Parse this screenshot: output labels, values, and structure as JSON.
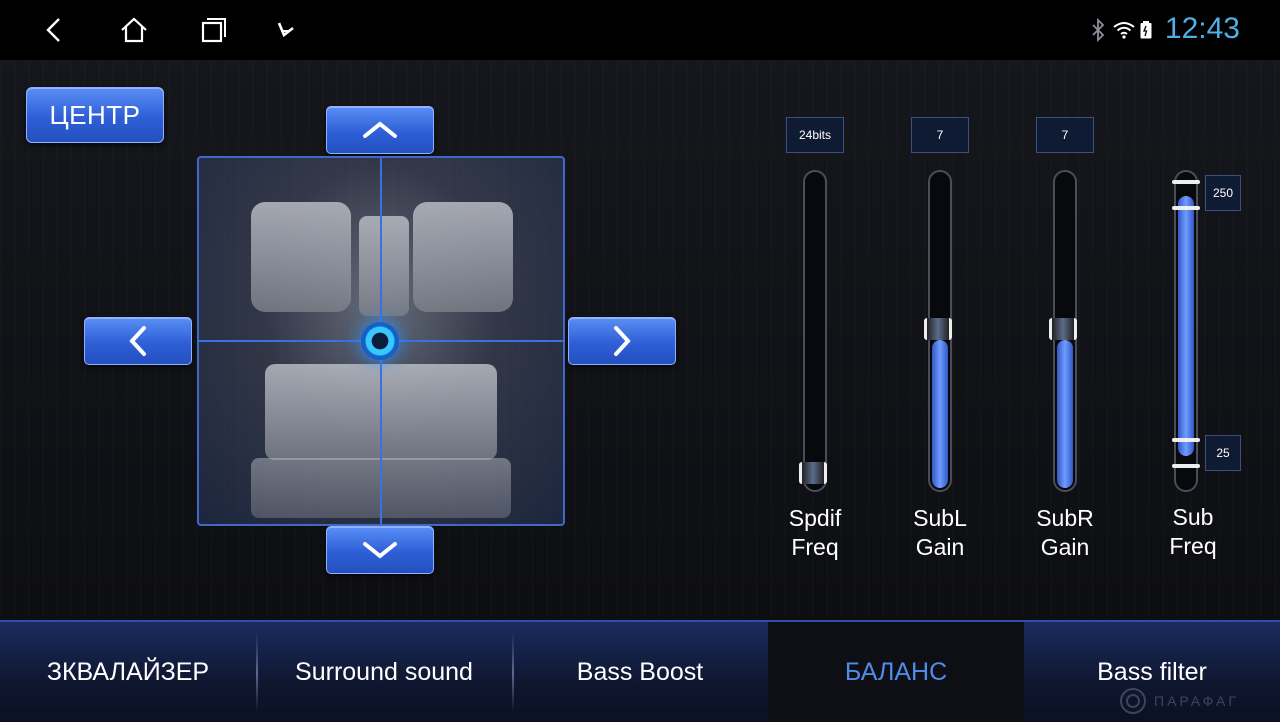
{
  "status_bar": {
    "time": "12:43",
    "nav_icons": [
      "back-icon",
      "home-icon",
      "recents-icon",
      "assistant-icon"
    ],
    "status_icons": [
      "bluetooth-icon",
      "wifi-icon",
      "battery-icon"
    ],
    "accent_color": "#4fb0e8"
  },
  "balance": {
    "center_label": "ЦЕНТР",
    "arrows": [
      "up-arrow-icon",
      "down-arrow-icon",
      "left-arrow-icon",
      "right-arrow-icon"
    ]
  },
  "sliders": [
    {
      "value": "24bits",
      "label_line1": "Spdif",
      "label_line2": "Freq",
      "fill_fraction": 0.0
    },
    {
      "value": "7",
      "label_line1": "SubL",
      "label_line2": "Gain",
      "fill_fraction": 0.5
    },
    {
      "value": "7",
      "label_line1": "SubR",
      "label_line2": "Gain",
      "fill_fraction": 0.5
    },
    {
      "value_top": "250",
      "value_bottom": "25",
      "label_line1": "Sub",
      "label_line2": "Freq"
    }
  ],
  "tabs": [
    {
      "label": "ЗКВАЛАЙЗЕР",
      "active": false
    },
    {
      "label": "Surround sound",
      "active": false
    },
    {
      "label": "Bass Boost",
      "active": false
    },
    {
      "label": "БАЛАНС",
      "active": true
    },
    {
      "label": "Bass filter",
      "active": false
    }
  ],
  "watermark": "ПАРАФАГ"
}
